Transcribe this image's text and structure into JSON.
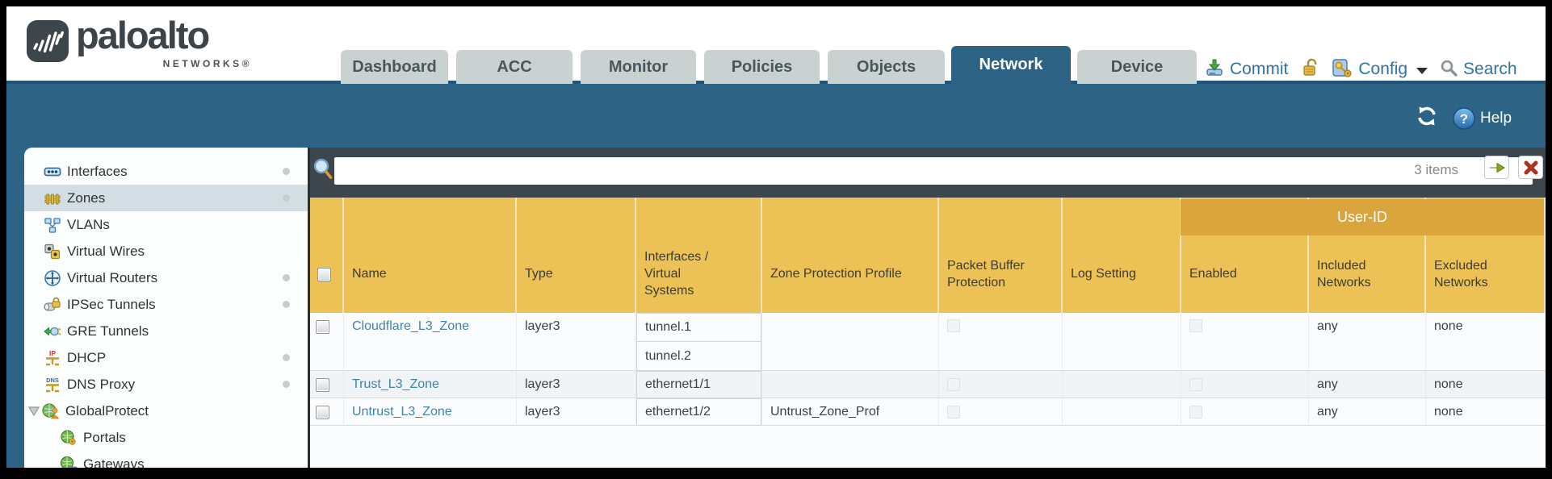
{
  "brand": {
    "name": "paloalto",
    "sub": "NETWORKS®"
  },
  "nav": {
    "tabs": [
      {
        "label": "Dashboard",
        "active": false
      },
      {
        "label": "ACC",
        "active": false
      },
      {
        "label": "Monitor",
        "active": false
      },
      {
        "label": "Policies",
        "active": false
      },
      {
        "label": "Objects",
        "active": false
      },
      {
        "label": "Network",
        "active": true
      },
      {
        "label": "Device",
        "active": false
      }
    ],
    "actions": {
      "commit": "Commit",
      "config": "Config",
      "search": "Search"
    }
  },
  "banner": {
    "help_label": "Help"
  },
  "sidebar": {
    "items": [
      {
        "label": "Interfaces",
        "has_dot": true
      },
      {
        "label": "Zones",
        "has_dot": true,
        "selected": true
      },
      {
        "label": "VLANs",
        "has_dot": false
      },
      {
        "label": "Virtual Wires",
        "has_dot": false
      },
      {
        "label": "Virtual Routers",
        "has_dot": true
      },
      {
        "label": "IPSec Tunnels",
        "has_dot": true
      },
      {
        "label": "GRE Tunnels",
        "has_dot": false
      },
      {
        "label": "DHCP",
        "has_dot": true
      },
      {
        "label": "DNS Proxy",
        "has_dot": true
      },
      {
        "label": "GlobalProtect",
        "has_dot": false,
        "expanded": true
      },
      {
        "label": "Portals",
        "has_dot": false,
        "child": true
      },
      {
        "label": "Gateways",
        "has_dot": false,
        "child": true
      }
    ]
  },
  "toolbar": {
    "filter_value": "",
    "count": "3 items"
  },
  "table": {
    "group_label": "User-ID",
    "columns": [
      "",
      "Name",
      "Type",
      "Interfaces / Virtual Systems",
      "Zone Protection Profile",
      "Packet Buffer Protection",
      "Log Setting",
      "Enabled",
      "Included Networks",
      "Excluded Networks"
    ],
    "rows": [
      {
        "name": "Cloudflare_L3_Zone",
        "type": "layer3",
        "interfaces": [
          "tunnel.1",
          "tunnel.2"
        ],
        "zone_protection_profile": "",
        "packet_buffer_protection": false,
        "log_setting": "",
        "user_id_enabled": false,
        "included_networks": "any",
        "excluded_networks": "none"
      },
      {
        "name": "Trust_L3_Zone",
        "type": "layer3",
        "interfaces": [
          "ethernet1/1"
        ],
        "zone_protection_profile": "",
        "packet_buffer_protection": false,
        "log_setting": "",
        "user_id_enabled": false,
        "included_networks": "any",
        "excluded_networks": "none"
      },
      {
        "name": "Untrust_L3_Zone",
        "type": "layer3",
        "interfaces": [
          "ethernet1/2"
        ],
        "zone_protection_profile": "Untrust_Zone_Prof",
        "packet_buffer_protection": false,
        "log_setting": "",
        "user_id_enabled": false,
        "included_networks": "any",
        "excluded_networks": "none"
      }
    ]
  },
  "colors": {
    "accent_teal": "#2d6384",
    "tab_inactive": "#c9d2d0",
    "toolbar_dark": "#3d464d",
    "header_yellow": "#ecc155",
    "user_id_band": "#d9a53c",
    "link_blue": "#4183a9",
    "action_blue": "#2e74a3",
    "selected_row": "#d3dde4"
  },
  "icons": {
    "logo": "soundwave-square",
    "filter": "magnifier",
    "refresh": "circular-arrows",
    "help": "question-circle",
    "apply_filter": "green-right-arrow",
    "clear_filter": "red-x",
    "commit": "download-tray",
    "lock": "padlock",
    "config": "key-document",
    "search": "magnifier",
    "expander": "triangle-down"
  }
}
